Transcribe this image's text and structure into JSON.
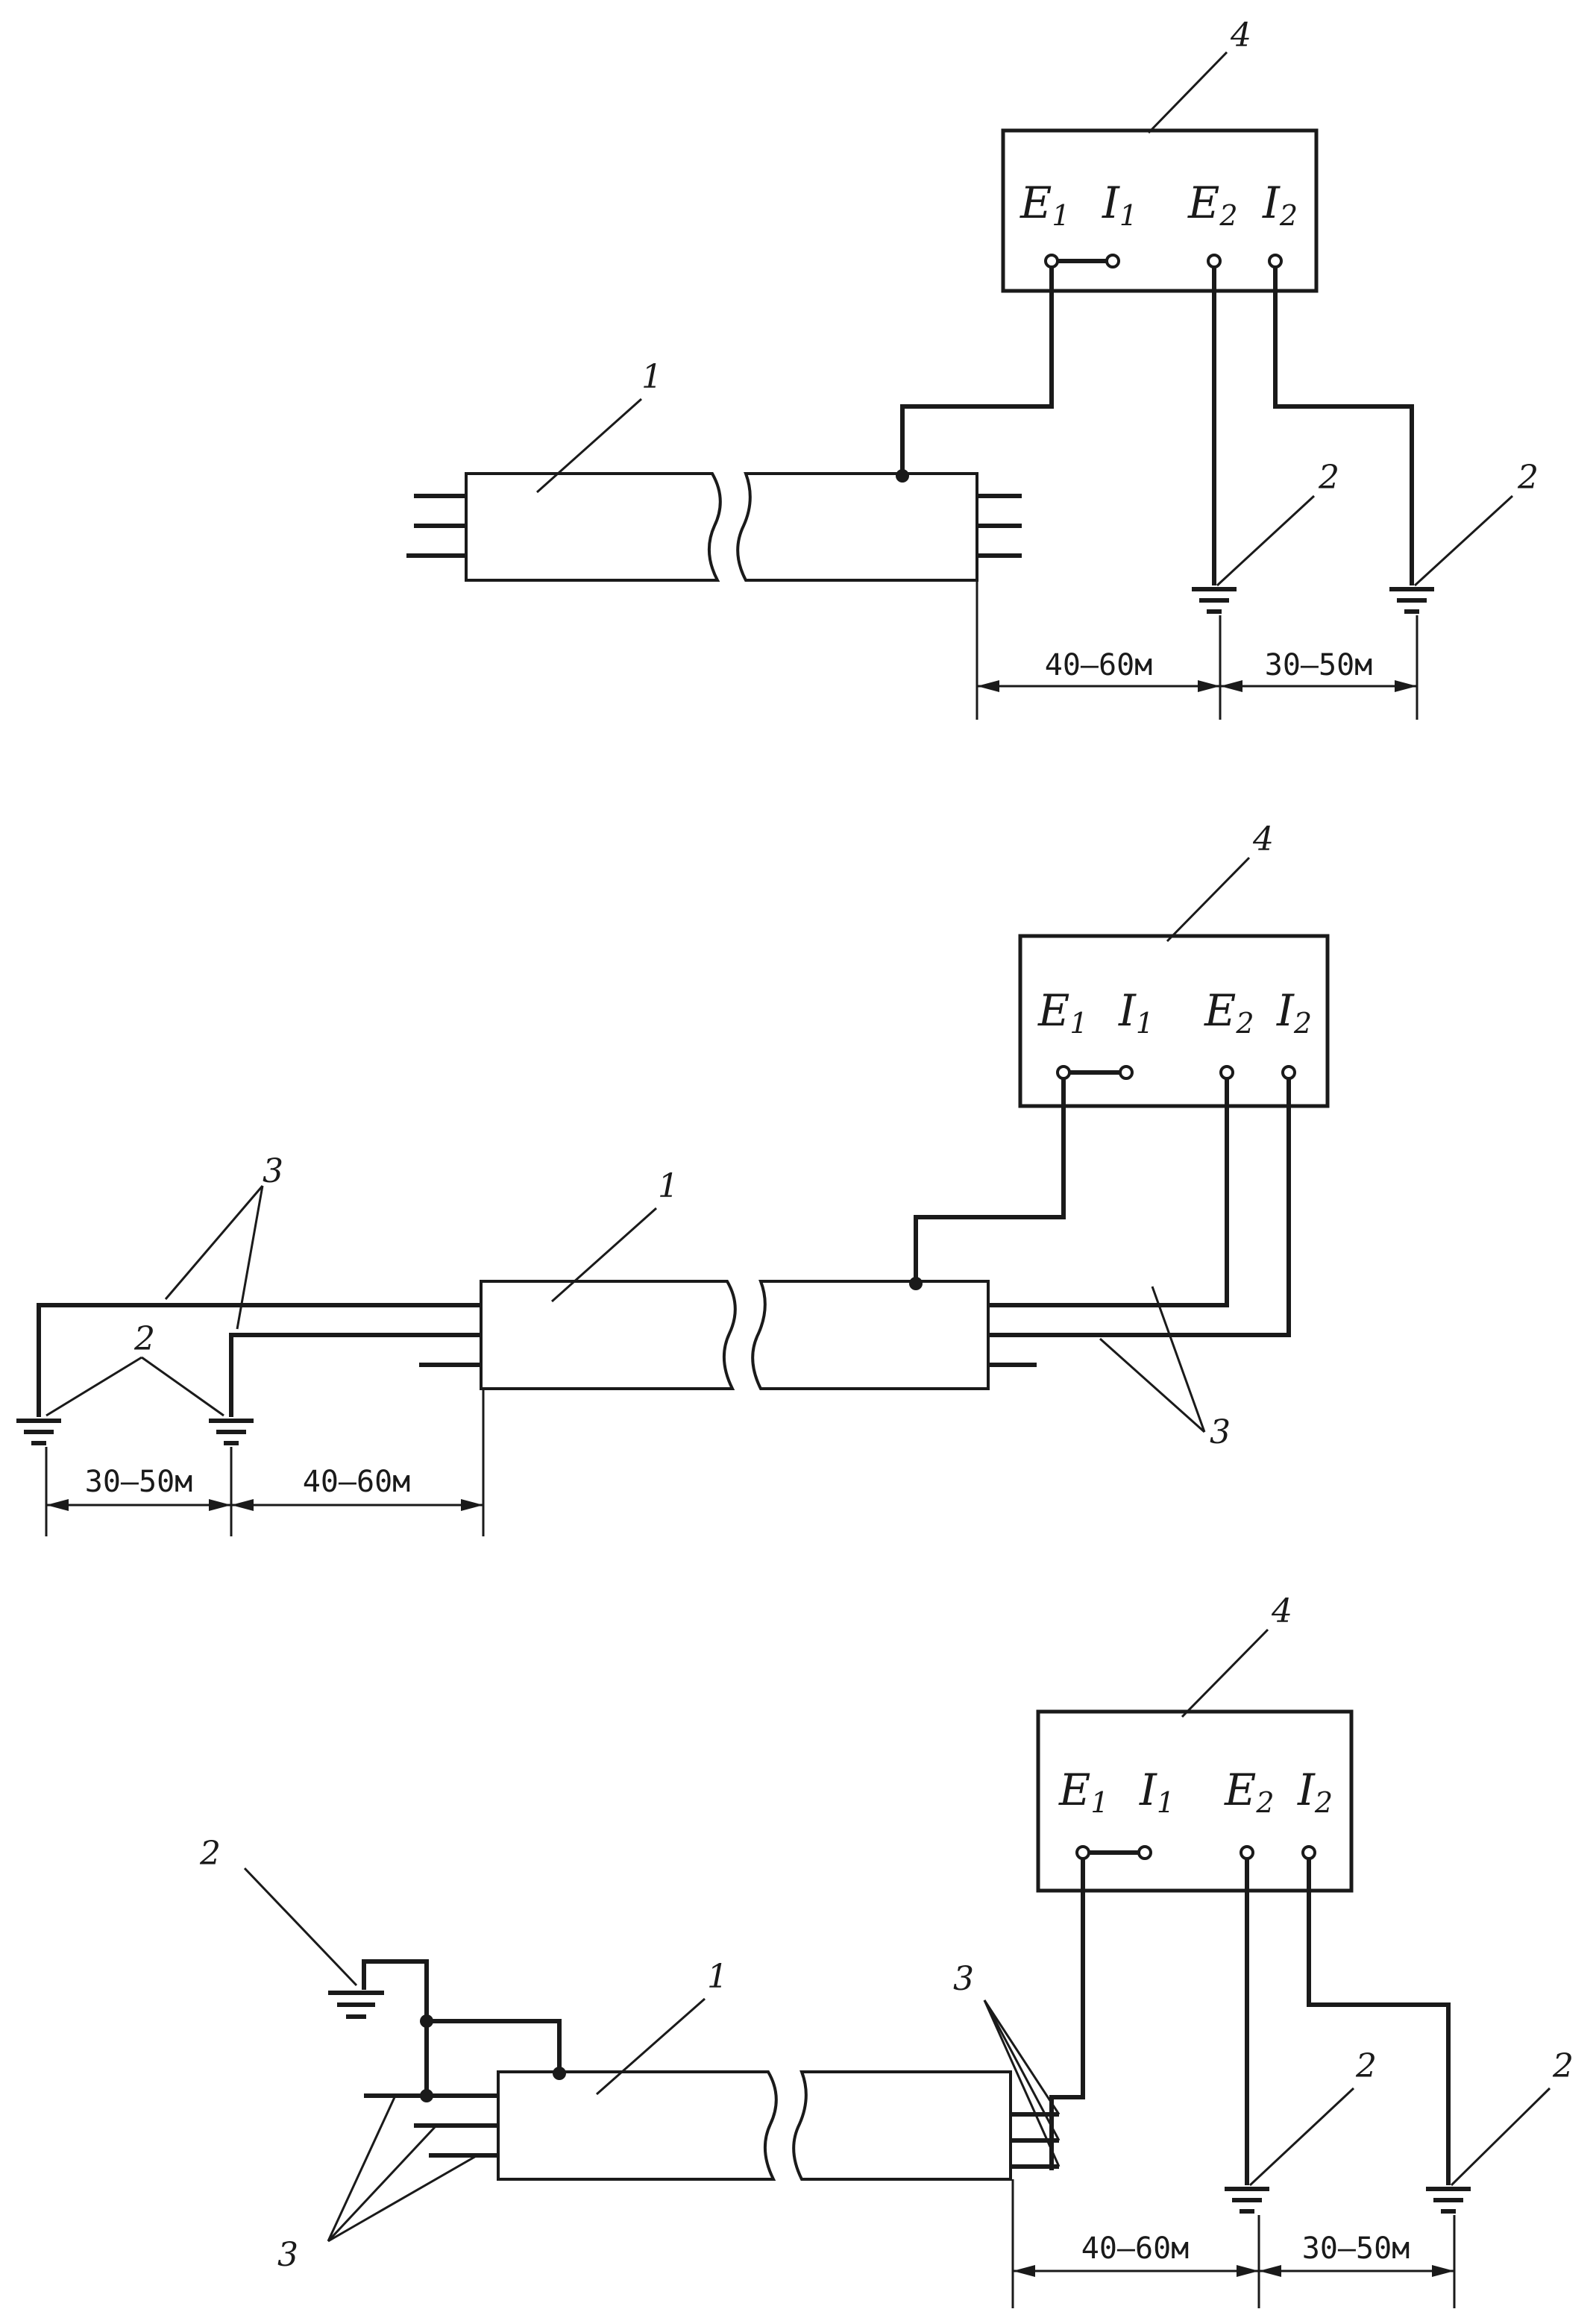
{
  "schemes": [
    {
      "meter_label": "4",
      "cable_label": "1",
      "electrode_labels": [
        "2",
        "2"
      ],
      "terminals": {
        "e1": "E",
        "e1_sub": "1",
        "i1": "I",
        "i1_sub": "1",
        "e2": "E",
        "e2_sub": "2",
        "i2": "I",
        "i2_sub": "2"
      },
      "distances": [
        "40–60м",
        "30–50м"
      ]
    },
    {
      "meter_label": "4",
      "cable_label": "1",
      "wire_labels": [
        "3",
        "3"
      ],
      "electrode_label": "2",
      "terminals": {
        "e1": "E",
        "e1_sub": "1",
        "i1": "I",
        "i1_sub": "1",
        "e2": "E",
        "e2_sub": "2",
        "i2": "I",
        "i2_sub": "2"
      },
      "distances": [
        "30–50м",
        "40–60м"
      ]
    },
    {
      "meter_label": "4",
      "cable_label": "1",
      "wire_labels": [
        "3",
        "3"
      ],
      "electrode_labels": [
        "2",
        "2",
        "2"
      ],
      "terminals": {
        "e1": "E",
        "e1_sub": "1",
        "i1": "I",
        "i1_sub": "1",
        "e2": "E",
        "e2_sub": "2",
        "i2": "I",
        "i2_sub": "2"
      },
      "distances": [
        "40–60м",
        "30–50м"
      ]
    }
  ]
}
